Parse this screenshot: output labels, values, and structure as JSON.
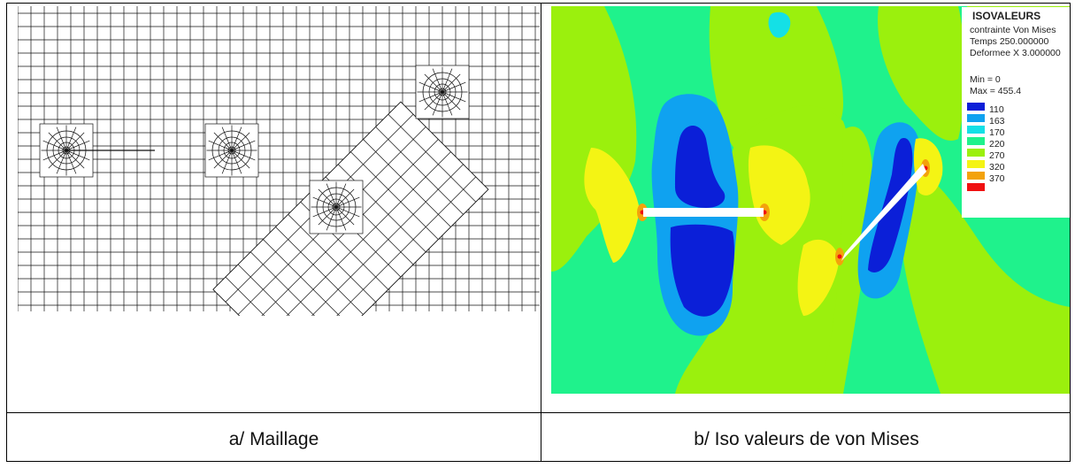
{
  "captions": {
    "left": "a/ Maillage",
    "right": "b/ Iso valeurs de von Mises"
  },
  "legend": {
    "title": "ISOVALEURS",
    "line1": "contrainte Von Mises",
    "line2": "Temps 250.000000",
    "line3": "Deformee X 3.000000",
    "min": "Min = 0",
    "max": "Max = 455.4",
    "levels": [
      {
        "value": "110",
        "color": "#0b1fd8"
      },
      {
        "value": "163",
        "color": "#0fa2f0"
      },
      {
        "value": "170",
        "color": "#14e0e6"
      },
      {
        "value": "220",
        "color": "#1ff28c"
      },
      {
        "value": "270",
        "color": "#9bf00d"
      },
      {
        "value": "320",
        "color": "#f4f414"
      },
      {
        "value": "370",
        "color": "#f3a20c"
      },
      {
        "value": "",
        "color": "#f01010"
      }
    ]
  },
  "colors": {
    "background_field": "#1ff28c",
    "mesh_line": "#111111"
  }
}
